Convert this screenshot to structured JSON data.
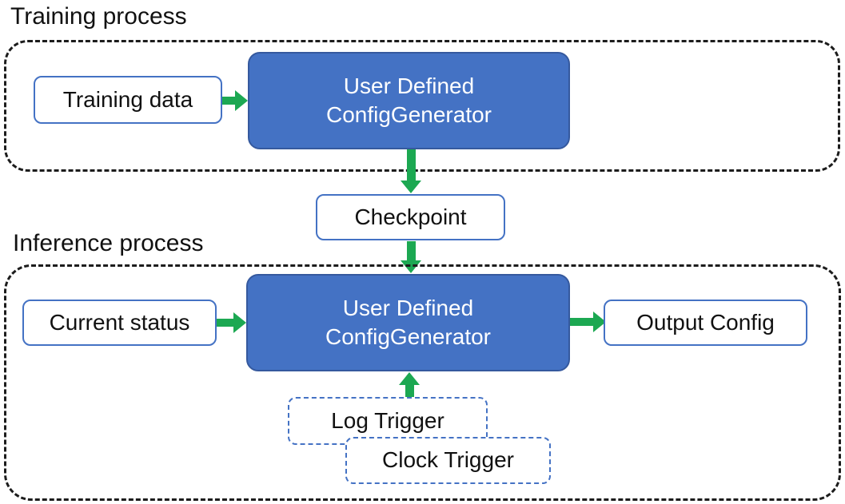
{
  "colors": {
    "accent_blue": "#4472C4",
    "accent_blue_border": "#35599E",
    "box_border_blue": "#4472C4",
    "arrow_green": "#1CA852",
    "container_dash": "#1c1c1c",
    "text_dark": "#111111",
    "text_light": "#ffffff"
  },
  "training": {
    "title": "Training process",
    "input_box": "Training data",
    "generator_box": {
      "line1": "User Defined",
      "line2": "ConfigGenerator"
    }
  },
  "checkpoint": {
    "label": "Checkpoint"
  },
  "inference": {
    "title": "Inference process",
    "input_box": "Current status",
    "generator_box": {
      "line1": "User Defined",
      "line2": "ConfigGenerator"
    },
    "output_box": "Output Config",
    "triggers": [
      "Log Trigger",
      "Clock Trigger"
    ]
  }
}
